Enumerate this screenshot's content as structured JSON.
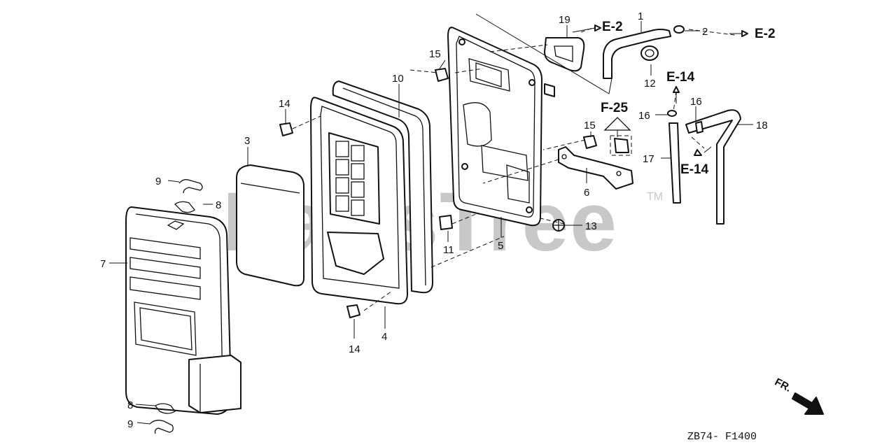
{
  "watermark": "PartsTree",
  "trademark": "TM",
  "diagram_code": "ZB74- F1400",
  "direction_label": "FR.",
  "refs": {
    "e2_top": "E-2",
    "e2_right": "E-2",
    "e14_top": "E-14",
    "e14_bottom": "E-14",
    "f25": "F-25"
  },
  "callouts": {
    "c1": "1",
    "c2": "2",
    "c3": "3",
    "c4": "4",
    "c5": "5",
    "c6": "6",
    "c7": "7",
    "c8a": "8",
    "c8b": "8",
    "c9a": "9",
    "c9b": "9",
    "c10": "10",
    "c11": "11",
    "c12": "12",
    "c13": "13",
    "c14a": "14",
    "c14b": "14",
    "c15a": "15",
    "c15b": "15",
    "c16a": "16",
    "c16b": "16",
    "c17": "17",
    "c18": "18",
    "c19": "19"
  }
}
